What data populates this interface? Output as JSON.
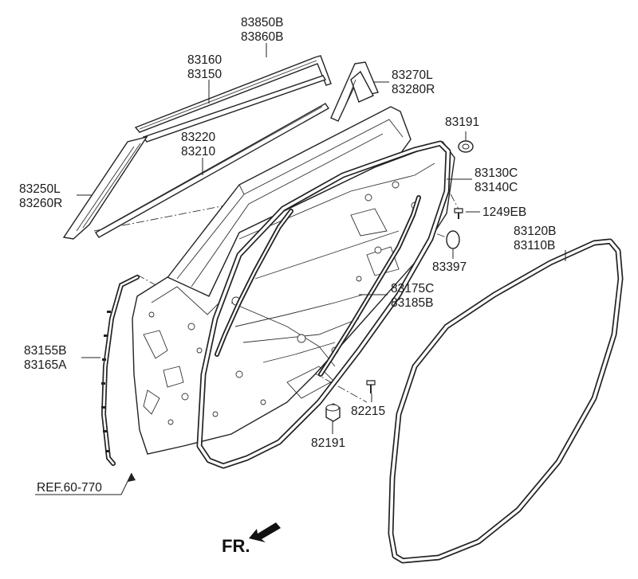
{
  "labels": {
    "p83850B": "83850B",
    "p83860B": "83860B",
    "p83160": "83160",
    "p83150": "83150",
    "p83270L": "83270L",
    "p83280R": "83280R",
    "p83191": "83191",
    "p83220": "83220",
    "p83210": "83210",
    "p83130C": "83130C",
    "p83140C": "83140C",
    "p83250L": "83250L",
    "p83260R": "83260R",
    "p1249EB": "1249EB",
    "p83120B": "83120B",
    "p83110B": "83110B",
    "p83397": "83397",
    "p83175C": "83175C",
    "p83185B": "83185B",
    "p83155B": "83155B",
    "p83165A": "83165A",
    "p82215": "82215",
    "p82191": "82191",
    "ref": "REF.60-770",
    "fr": "FR."
  }
}
